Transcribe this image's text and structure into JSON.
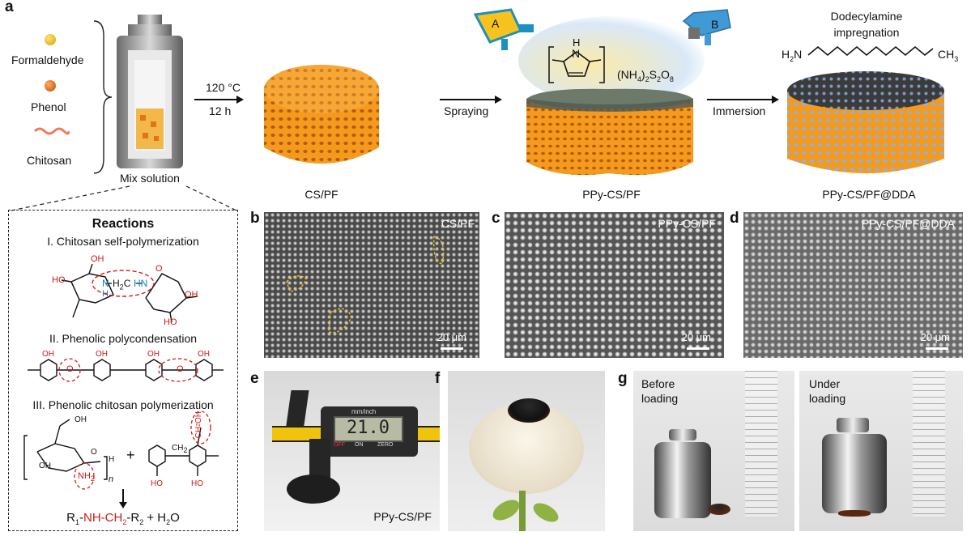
{
  "panel_a": {
    "label": "a",
    "ingredients": [
      "Formaldehyde",
      "Phenol",
      "Chitosan"
    ],
    "mix_label": "Mix solution",
    "cond_temp": "120 °C",
    "cond_time": "12 h",
    "step_spraying": "Spraying",
    "step_immersion": "Immersion",
    "nozzle_a": "A",
    "nozzle_b": "B",
    "oxidant": "(NH4)2S2O8",
    "dda_title_1": "Dodecylamine",
    "dda_title_2": "impregnation",
    "dda_left": "H2N",
    "dda_right": "CH3",
    "pyrrole_nh": "H",
    "pyrrole_n": "N",
    "stage_labels": [
      "CS/PF",
      "PPy-CS/PF",
      "PPy-CS/PF@DDA"
    ]
  },
  "reactions": {
    "title": "Reactions",
    "r1": "I. Chitosan self-polymerization",
    "r2": "II. Phenolic polycondensation",
    "r3": "III. Phenolic chitosan polymerization",
    "product": "R1-NH-CH2-R2 + H2O",
    "chem": {
      "ho": "HO",
      "oh": "OH",
      "o": "O",
      "n": "N",
      "h": "H",
      "h2c": "H2C",
      "hn": "HN",
      "ch2": "CH2",
      "nh2": "NH2",
      "n_sub": "n",
      "plus": "+",
      "ch2oh": "CH2OH"
    }
  },
  "sem_panels": [
    {
      "label": "b",
      "name": "CS/PF",
      "scale": "20 μm"
    },
    {
      "label": "c",
      "name": "PPy-CS/PF",
      "scale": "20 μm"
    },
    {
      "label": "d",
      "name": "PPy-CS/PF@DDA",
      "scale": "20 μm"
    }
  ],
  "photo_panels": {
    "e": {
      "label": "e",
      "caption": "PPy-CS/PF",
      "caliper_reading": "21.0",
      "caliper_brand": "mm/inch",
      "caliper_off": "OFF",
      "caliper_on": "ON",
      "caliper_zero": "ZERO"
    },
    "f": {
      "label": "f"
    },
    "g": {
      "label": "g",
      "left_1": "Before",
      "left_2": "loading",
      "right_1": "Under",
      "right_2": "loading"
    }
  },
  "colors": {
    "foam": "#f29a1e",
    "ppy": "#3a3a3a",
    "dda": "#8fb0e0",
    "red": "#d01818",
    "blue": "#1a7fb5"
  }
}
